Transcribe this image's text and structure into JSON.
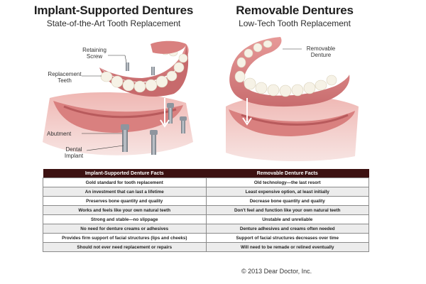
{
  "left_panel": {
    "title": "Implant-Supported Dentures",
    "subtitle": "State-of-the-Art Tooth Replacement",
    "labels": {
      "retaining_screw": "Retaining\nScrew",
      "replacement_teeth": "Replacement\nTeeth",
      "abutment": "Abutment",
      "dental_implant": "Dental\nImplant"
    }
  },
  "right_panel": {
    "title": "Removable Dentures",
    "subtitle": "Low-Tech Tooth Replacement",
    "labels": {
      "removable_denture": "Removable\nDenture"
    }
  },
  "table": {
    "headers": [
      "Implant-Supported Denture Facts",
      "Removable Denture Facts"
    ],
    "rows": [
      [
        "Gold standard for tooth replacement",
        "Old technology—the last resort"
      ],
      [
        "An investment that can last a lifetime",
        "Least expensive option, at least initially"
      ],
      [
        "Preserves bone quantity and quality",
        "Decrease bone quantity and quality"
      ],
      [
        "Works and feels like your own natural teeth",
        "Don't feel and function like your own natural teeth"
      ],
      [
        "Strong and stable—no slippage",
        "Unstable and unreliable"
      ],
      [
        "No need for denture creams or adhesives",
        "Denture adhesives and creams often needed"
      ],
      [
        "Provides firm support of facial structures (lips and cheeks)",
        "Support of facial structures decreases over time"
      ],
      [
        "Should not ever need replacement or repairs",
        "Will need to be remade or relined eventually"
      ]
    ]
  },
  "copyright": "© 2013 Dear Doctor, Inc.",
  "colors": {
    "table_header": "#3c1111",
    "gum": "#d9807f",
    "gum_dark": "#b85a5c",
    "tooth": "#f6f2e6",
    "metal": "#9aa2ab"
  }
}
